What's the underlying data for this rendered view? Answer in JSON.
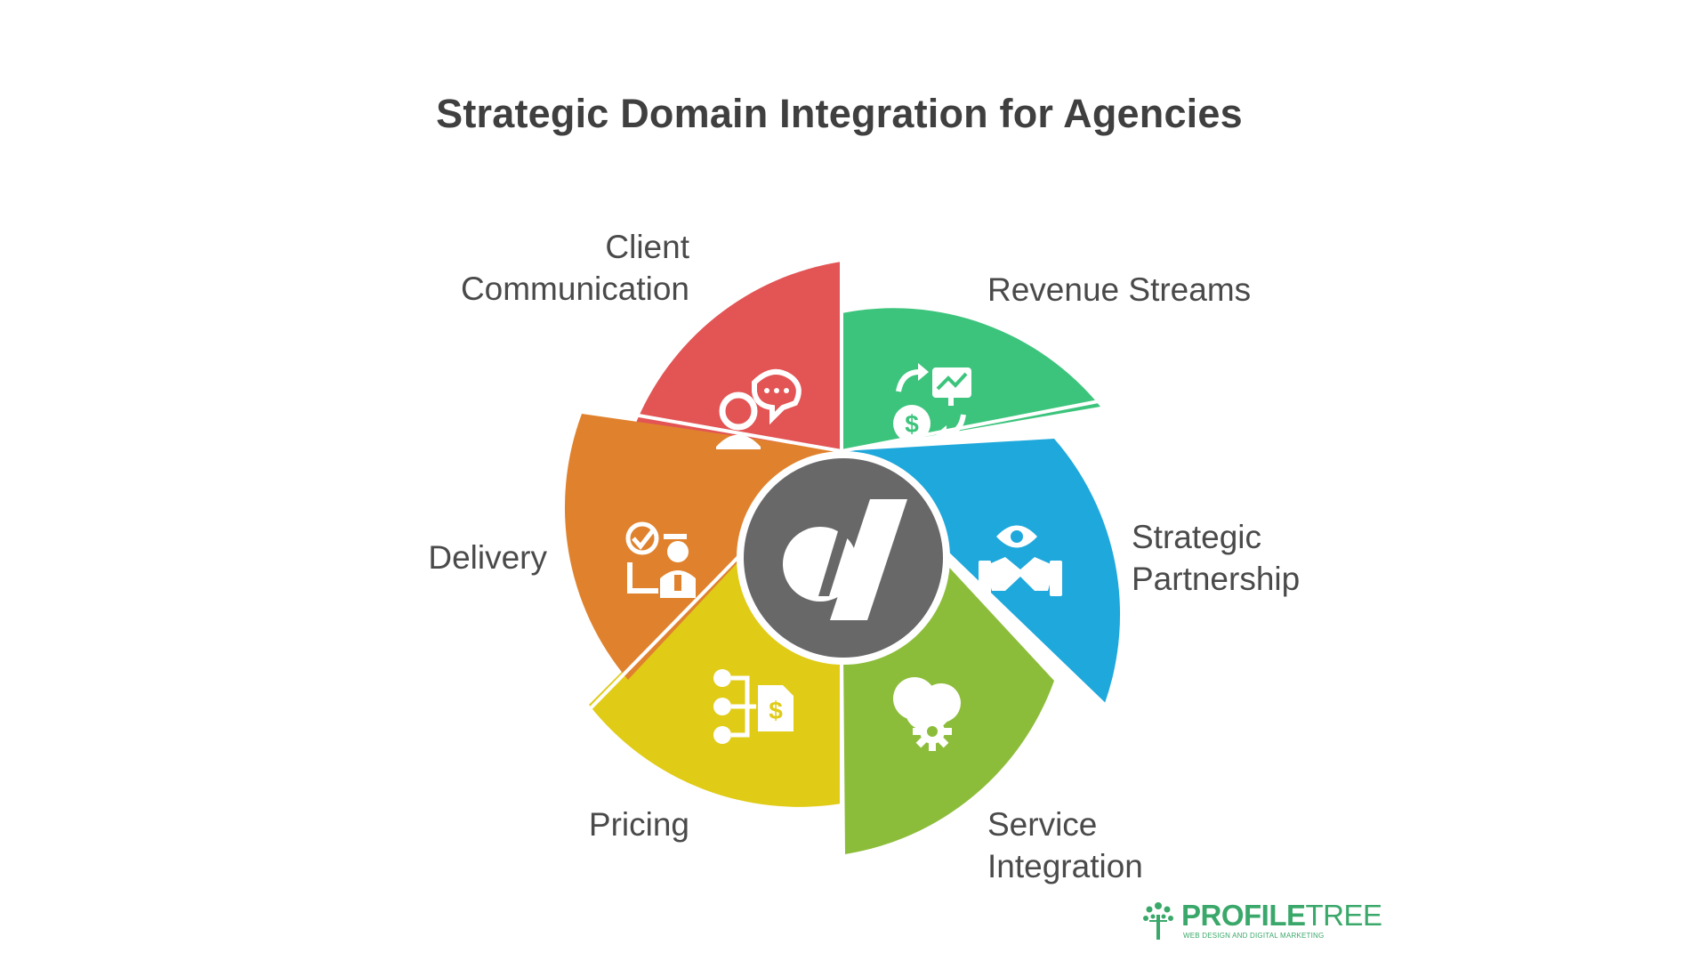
{
  "title": "Strategic Domain Integration for Agencies",
  "segments": [
    {
      "id": "client-communication",
      "lines": [
        "Client",
        "Communication"
      ],
      "color": "#e35454",
      "icon": "customer-support-chat-icon"
    },
    {
      "id": "revenue-streams",
      "lines": [
        "Revenue Streams"
      ],
      "color": "#3cc47c",
      "icon": "money-exchange-chart-icon"
    },
    {
      "id": "strategic-partnership",
      "lines": [
        "Strategic",
        "Partnership"
      ],
      "color": "#1fa8dc",
      "icon": "eye-handshake-icon"
    },
    {
      "id": "service-integration",
      "lines": [
        "Service",
        "Integration"
      ],
      "color": "#8cbd3a",
      "icon": "cloud-gear-icon"
    },
    {
      "id": "pricing",
      "lines": [
        "Pricing"
      ],
      "color": "#e0cb17",
      "icon": "hierarchy-price-tag-icon"
    },
    {
      "id": "delivery",
      "lines": [
        "Delivery"
      ],
      "color": "#e0822d",
      "icon": "checklist-person-icon"
    }
  ],
  "center": {
    "color": "#686868",
    "icon": "domain-d-logo-icon"
  },
  "watermark": {
    "brand_bold": "PROFILE",
    "brand_light": "TREE",
    "tagline": "WEB DESIGN AND DIGITAL MARKETING",
    "color": "#3aa86a",
    "icon": "tree-logo-icon"
  }
}
